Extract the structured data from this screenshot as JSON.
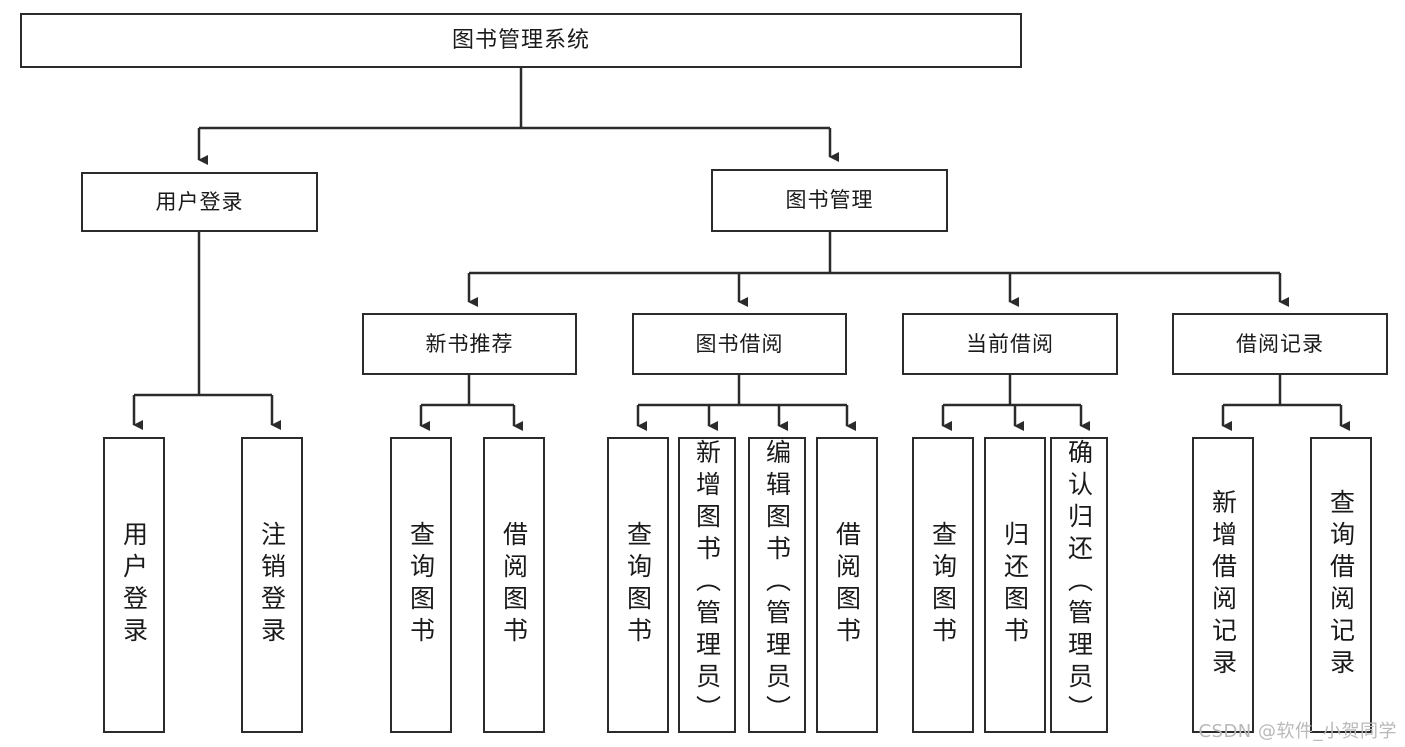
{
  "diagram": {
    "type": "tree-hierarchy",
    "title": "图书管理系统",
    "levels": 4,
    "root": {
      "label": "图书管理系统"
    },
    "level2": [
      {
        "id": "user-login",
        "label": "用户登录"
      },
      {
        "id": "book-management",
        "label": "图书管理"
      }
    ],
    "level3": [
      {
        "id": "new-book-recommend",
        "label": "新书推荐",
        "parent": "book-management"
      },
      {
        "id": "book-borrow",
        "label": "图书借阅",
        "parent": "book-management"
      },
      {
        "id": "current-borrow",
        "label": "当前借阅",
        "parent": "book-management"
      },
      {
        "id": "borrow-record",
        "label": "借阅记录",
        "parent": "book-management"
      }
    ],
    "leaves": {
      "user-login": [
        {
          "id": "leaf-user-login",
          "label": "用户登录"
        },
        {
          "id": "leaf-user-logout",
          "label": "注销登录"
        }
      ],
      "new-book-recommend": [
        {
          "id": "leaf-query-book-1",
          "label": "查询图书"
        },
        {
          "id": "leaf-borrow-book-1",
          "label": "借阅图书"
        }
      ],
      "book-borrow": [
        {
          "id": "leaf-query-book-2",
          "label": "查询图书"
        },
        {
          "id": "leaf-add-book-admin",
          "label": "新增图书（管理员）"
        },
        {
          "id": "leaf-edit-book-admin",
          "label": "编辑图书（管理员）"
        },
        {
          "id": "leaf-borrow-book-2",
          "label": "借阅图书"
        }
      ],
      "current-borrow": [
        {
          "id": "leaf-query-book-3",
          "label": "查询图书"
        },
        {
          "id": "leaf-return-book",
          "label": "归还图书"
        },
        {
          "id": "leaf-confirm-return-admin",
          "label": "确认归还（管理员）"
        }
      ],
      "borrow-record": [
        {
          "id": "leaf-add-borrow-record",
          "label": "新增借阅记录"
        },
        {
          "id": "leaf-query-borrow-record",
          "label": "查询借阅记录"
        }
      ]
    }
  },
  "watermark": {
    "text": "CSDN @软件_小贺同学"
  },
  "colors": {
    "stroke": "#2b2b2b",
    "fill": "#ffffff",
    "text": "#1a1a1a",
    "watermark": "#b9b9b9"
  }
}
